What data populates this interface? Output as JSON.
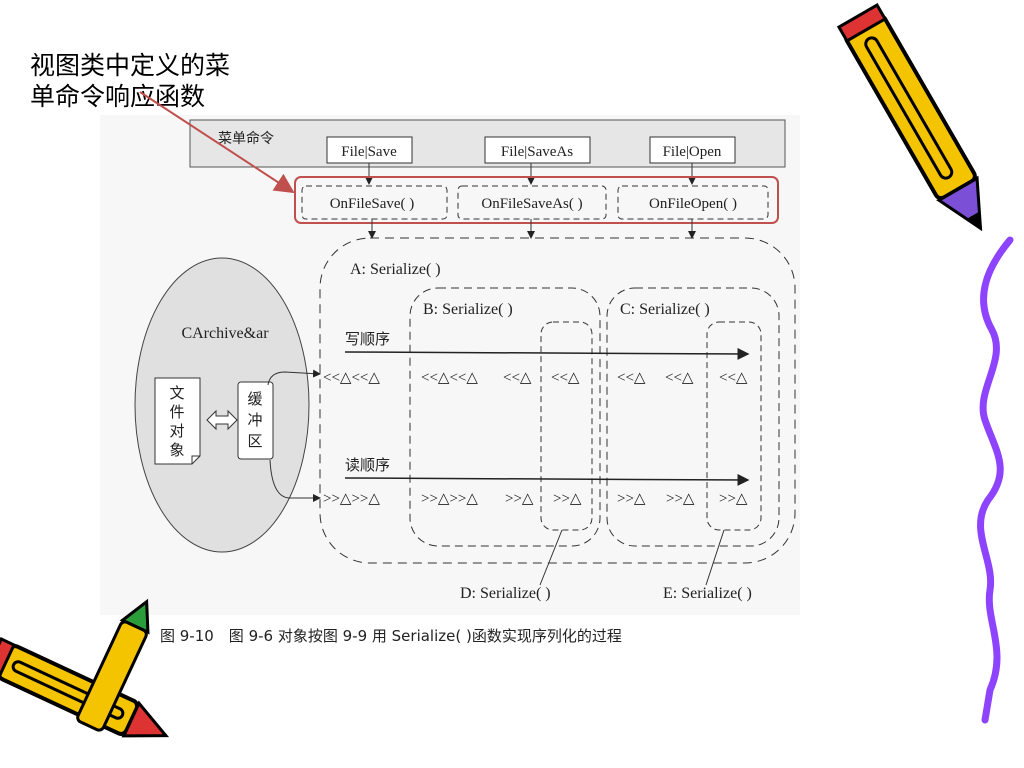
{
  "callout": {
    "line1": "视图类中定义的菜",
    "line2": "单命令响应函数"
  },
  "diagram": {
    "menu_bar_label": "菜单命令",
    "menu_items": [
      "File|Save",
      "File|SaveAs",
      "File|Open"
    ],
    "handlers": [
      "OnFileSave( )",
      "OnFileSaveAs( )",
      "OnFileOpen( )"
    ],
    "archive_label": "CArchive&ar",
    "file_object": [
      "文",
      "件",
      "对",
      "象"
    ],
    "buffer": [
      "缓",
      "冲",
      "区"
    ],
    "serialize_a": "A: Serialize( )",
    "serialize_b": "B: Serialize( )",
    "serialize_c": "C: Serialize( )",
    "serialize_d": "D: Serialize( )",
    "serialize_e": "E: Serialize( )",
    "write_order": "写顺序",
    "read_order": "读顺序",
    "write_ops": [
      "<<△<<△",
      "<<△<<△",
      "<<△",
      "<<△",
      "<<△",
      "<<△",
      "<<△"
    ],
    "read_ops": [
      ">>△>>△",
      ">>△>>△",
      ">>△",
      ">>△",
      ">>△",
      ">>△",
      ">>△"
    ],
    "caption": "图 9-10　图 9-6 对象按图 9-9 用 Serialize( )函数实现序列化的过程"
  },
  "colors": {
    "highlight": "#c0504d",
    "menu_bar": "#e6e6e6",
    "pencil_yellow": "#f5c400",
    "pencil_purple": "#7b4fd6",
    "squiggle": "#8e44ff"
  },
  "icons": [
    "pencil-icon",
    "pencil-icon",
    "squiggle-decoration"
  ]
}
